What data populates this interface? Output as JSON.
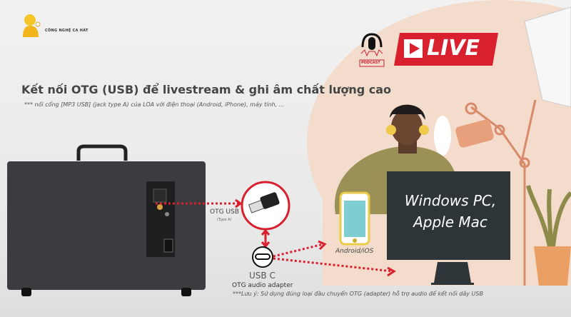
{
  "brand": {
    "name": "CÔNG NGHỆ CA HÁT"
  },
  "heading": {
    "title": "Kết nối OTG (USB) để livestream & ghi âm chất lượng cao",
    "subtitle": "*** nối cổng [MP3 USB] (jack type A) của LOA với điện thoại (Android, iPhone), máy tính, ..."
  },
  "badges": {
    "live": "LIVE",
    "podcast": "PODCAST"
  },
  "connectors": {
    "otg_usb": "OTG USB",
    "otg_usb_type": "(Type A)",
    "usb_c": "USB C",
    "usb_c_sub": "OTG audio adapter"
  },
  "devices": {
    "phone": "Android/iOS",
    "pc_line1": "Windows PC,",
    "pc_line2": "Apple Mac"
  },
  "note": "***Lưu ý: Sử dụng đúng loại đầu chuyển OTG (adapter) hỗ trợ audio để kết nối dây USB",
  "colors": {
    "accent": "#d9202e",
    "speaker": "#3a3c3f",
    "monitor": "#2e3538",
    "backdrop": "#f3dccb",
    "shirt": "#9b9157"
  }
}
